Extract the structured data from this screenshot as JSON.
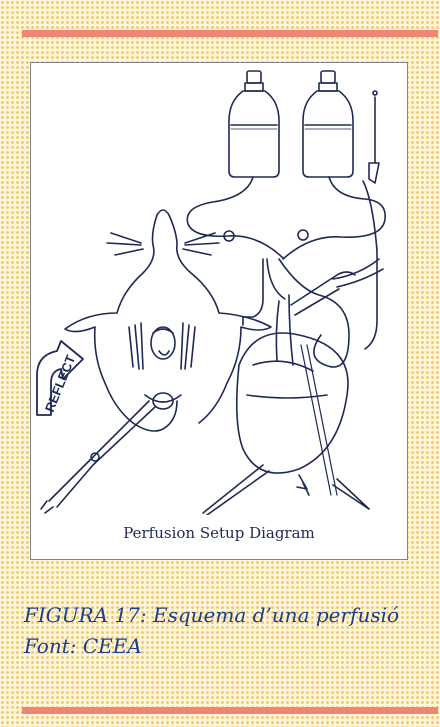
{
  "figure": {
    "image_caption": "Perfusion Setup Diagram",
    "reflect_label": "REFLECT",
    "caption_line1": "FIGURA 17: Esquema d’una perfusió",
    "caption_line2": "Font: CEEA"
  },
  "colors": {
    "accent_rule": "#ee8674",
    "caption_text": "#1f3e8a",
    "dot_pattern": "#f2c96a",
    "ink": "#1d2a55"
  }
}
